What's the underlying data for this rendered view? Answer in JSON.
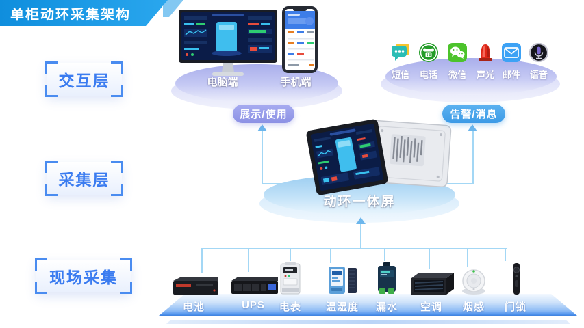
{
  "title": "单柜动环采集架构",
  "layers": [
    {
      "label": "交互层"
    },
    {
      "label": "采集层"
    },
    {
      "label": "现场采集"
    }
  ],
  "interaction": {
    "terminals": [
      {
        "label": "电脑端"
      },
      {
        "label": "手机端"
      }
    ],
    "display_badge": "展示/使用",
    "alert_badge": "告警/消息",
    "channels": [
      {
        "label": "短信",
        "icon": "sms-icon"
      },
      {
        "label": "电话",
        "icon": "phone-icon"
      },
      {
        "label": "微信",
        "icon": "wechat-icon"
      },
      {
        "label": "声光",
        "icon": "alarm-light-icon"
      },
      {
        "label": "邮件",
        "icon": "mail-icon"
      },
      {
        "label": "语音",
        "icon": "voice-icon"
      }
    ]
  },
  "collection": {
    "screen_label": "动环一体屏"
  },
  "field": {
    "devices": [
      {
        "label": "电池"
      },
      {
        "label": "UPS"
      },
      {
        "label": "电表"
      },
      {
        "label": "温湿度"
      },
      {
        "label": "漏水"
      },
      {
        "label": "空调"
      },
      {
        "label": "烟感"
      },
      {
        "label": "门锁"
      }
    ]
  },
  "colors": {
    "banner_blue": "#1898e2",
    "layer_text_blue": "#3b7cf0",
    "display_badge_bg": "#8c91e4",
    "alert_badge_bg": "#3b9ae6",
    "connector_line": "#a3d7f5",
    "platter_lavender": "#a9aeeb",
    "platter_blue": "#9bcdf1",
    "platform_blue": "#4f93ee"
  }
}
